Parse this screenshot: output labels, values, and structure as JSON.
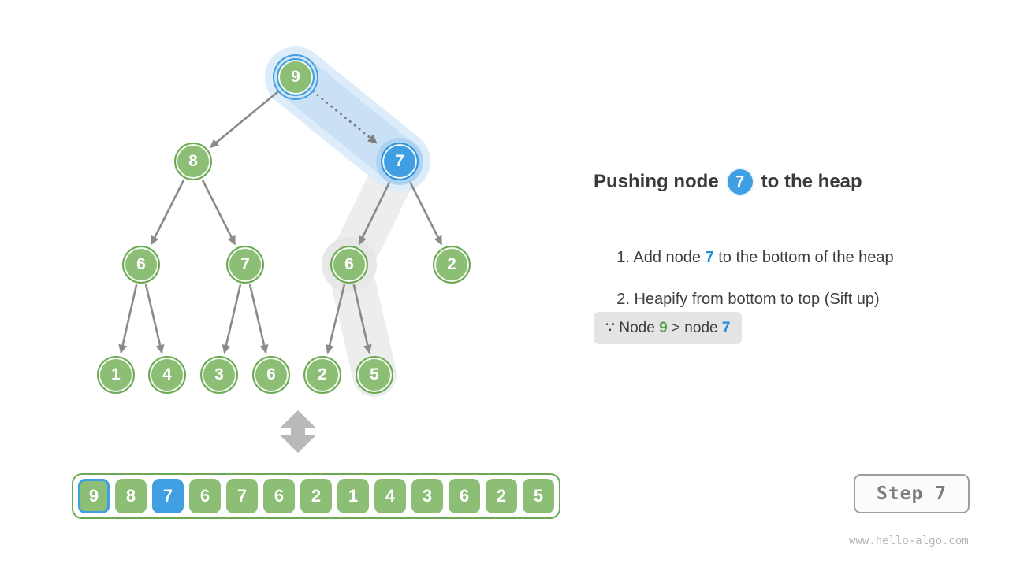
{
  "title": {
    "prefix": "Pushing node",
    "badge_value": "7",
    "suffix": "to the heap"
  },
  "instructions": [
    {
      "prefix": "1. Add node ",
      "highlight": "7",
      "suffix": " to the bottom of the heap"
    },
    {
      "prefix": "2. Heapify from bottom to top (Sift up)",
      "highlight": "",
      "suffix": ""
    }
  ],
  "note": {
    "prefix": "∵ Node ",
    "green_value": "9",
    "middle": " > node ",
    "blue_value": "7"
  },
  "tree": {
    "nodes": [
      {
        "value": "9",
        "variant": "green-selected"
      },
      {
        "value": "8",
        "variant": "green"
      },
      {
        "value": "7",
        "variant": "blue"
      },
      {
        "value": "6",
        "variant": "green"
      },
      {
        "value": "7",
        "variant": "green"
      },
      {
        "value": "6",
        "variant": "green"
      },
      {
        "value": "2",
        "variant": "green"
      },
      {
        "value": "1",
        "variant": "green"
      },
      {
        "value": "4",
        "variant": "green"
      },
      {
        "value": "3",
        "variant": "green"
      },
      {
        "value": "6",
        "variant": "green"
      },
      {
        "value": "2",
        "variant": "green"
      },
      {
        "value": "5",
        "variant": "green"
      }
    ]
  },
  "array": {
    "cells": [
      {
        "value": "9",
        "variant": "green-blue-border"
      },
      {
        "value": "8",
        "variant": "green"
      },
      {
        "value": "7",
        "variant": "blue"
      },
      {
        "value": "6",
        "variant": "green"
      },
      {
        "value": "7",
        "variant": "green"
      },
      {
        "value": "6",
        "variant": "green"
      },
      {
        "value": "2",
        "variant": "green"
      },
      {
        "value": "1",
        "variant": "green"
      },
      {
        "value": "4",
        "variant": "green"
      },
      {
        "value": "3",
        "variant": "green"
      },
      {
        "value": "6",
        "variant": "green"
      },
      {
        "value": "2",
        "variant": "green"
      },
      {
        "value": "5",
        "variant": "green"
      }
    ]
  },
  "step_indicator": {
    "label": "Step 7"
  },
  "watermark": {
    "text": "www.hello-algo.com"
  },
  "colors": {
    "node_green": "#8cbe76",
    "node_green_border": "#6da952",
    "node_blue": "#3f9fe2",
    "highlight_text_blue": "#1f8fd9",
    "highlight_text_green": "#5aa054",
    "band_blue": "#c8e0f5",
    "band_gray": "#ececec",
    "edge_gray": "#8a8a8a"
  }
}
